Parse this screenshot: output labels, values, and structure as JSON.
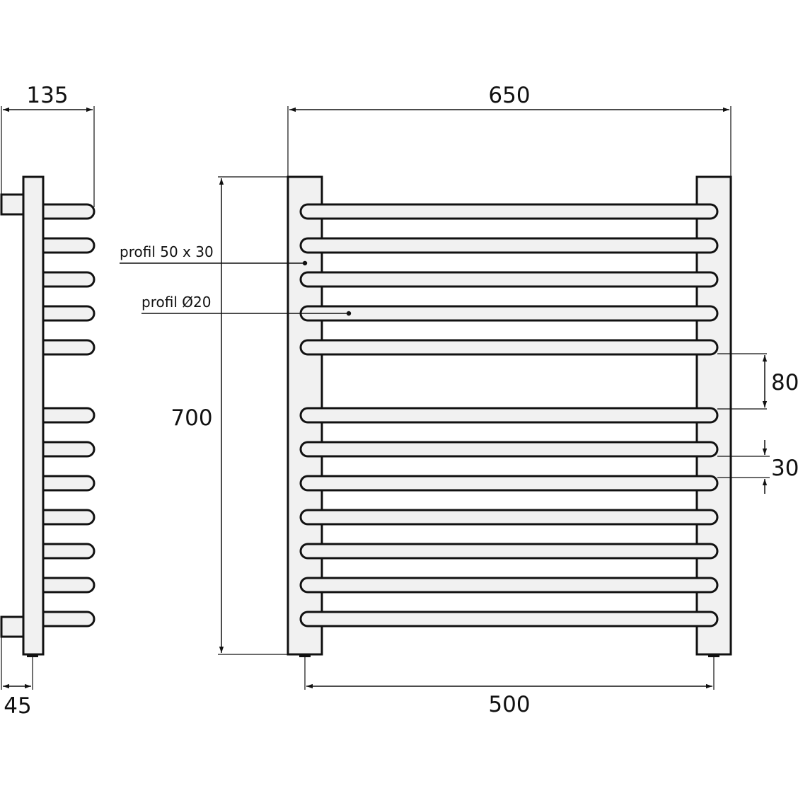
{
  "dimensions": {
    "side_depth": "135",
    "wall_offset": "45",
    "total_width": "650",
    "total_height": "700",
    "axis_spacing": "500",
    "gap_large": "80",
    "gap_small": "30"
  },
  "callouts": {
    "profile_frame": "profil 50 x 30",
    "profile_tube": "profil Ø20"
  },
  "construction": {
    "rails_upper_group": 5,
    "rails_lower_group": 7
  }
}
